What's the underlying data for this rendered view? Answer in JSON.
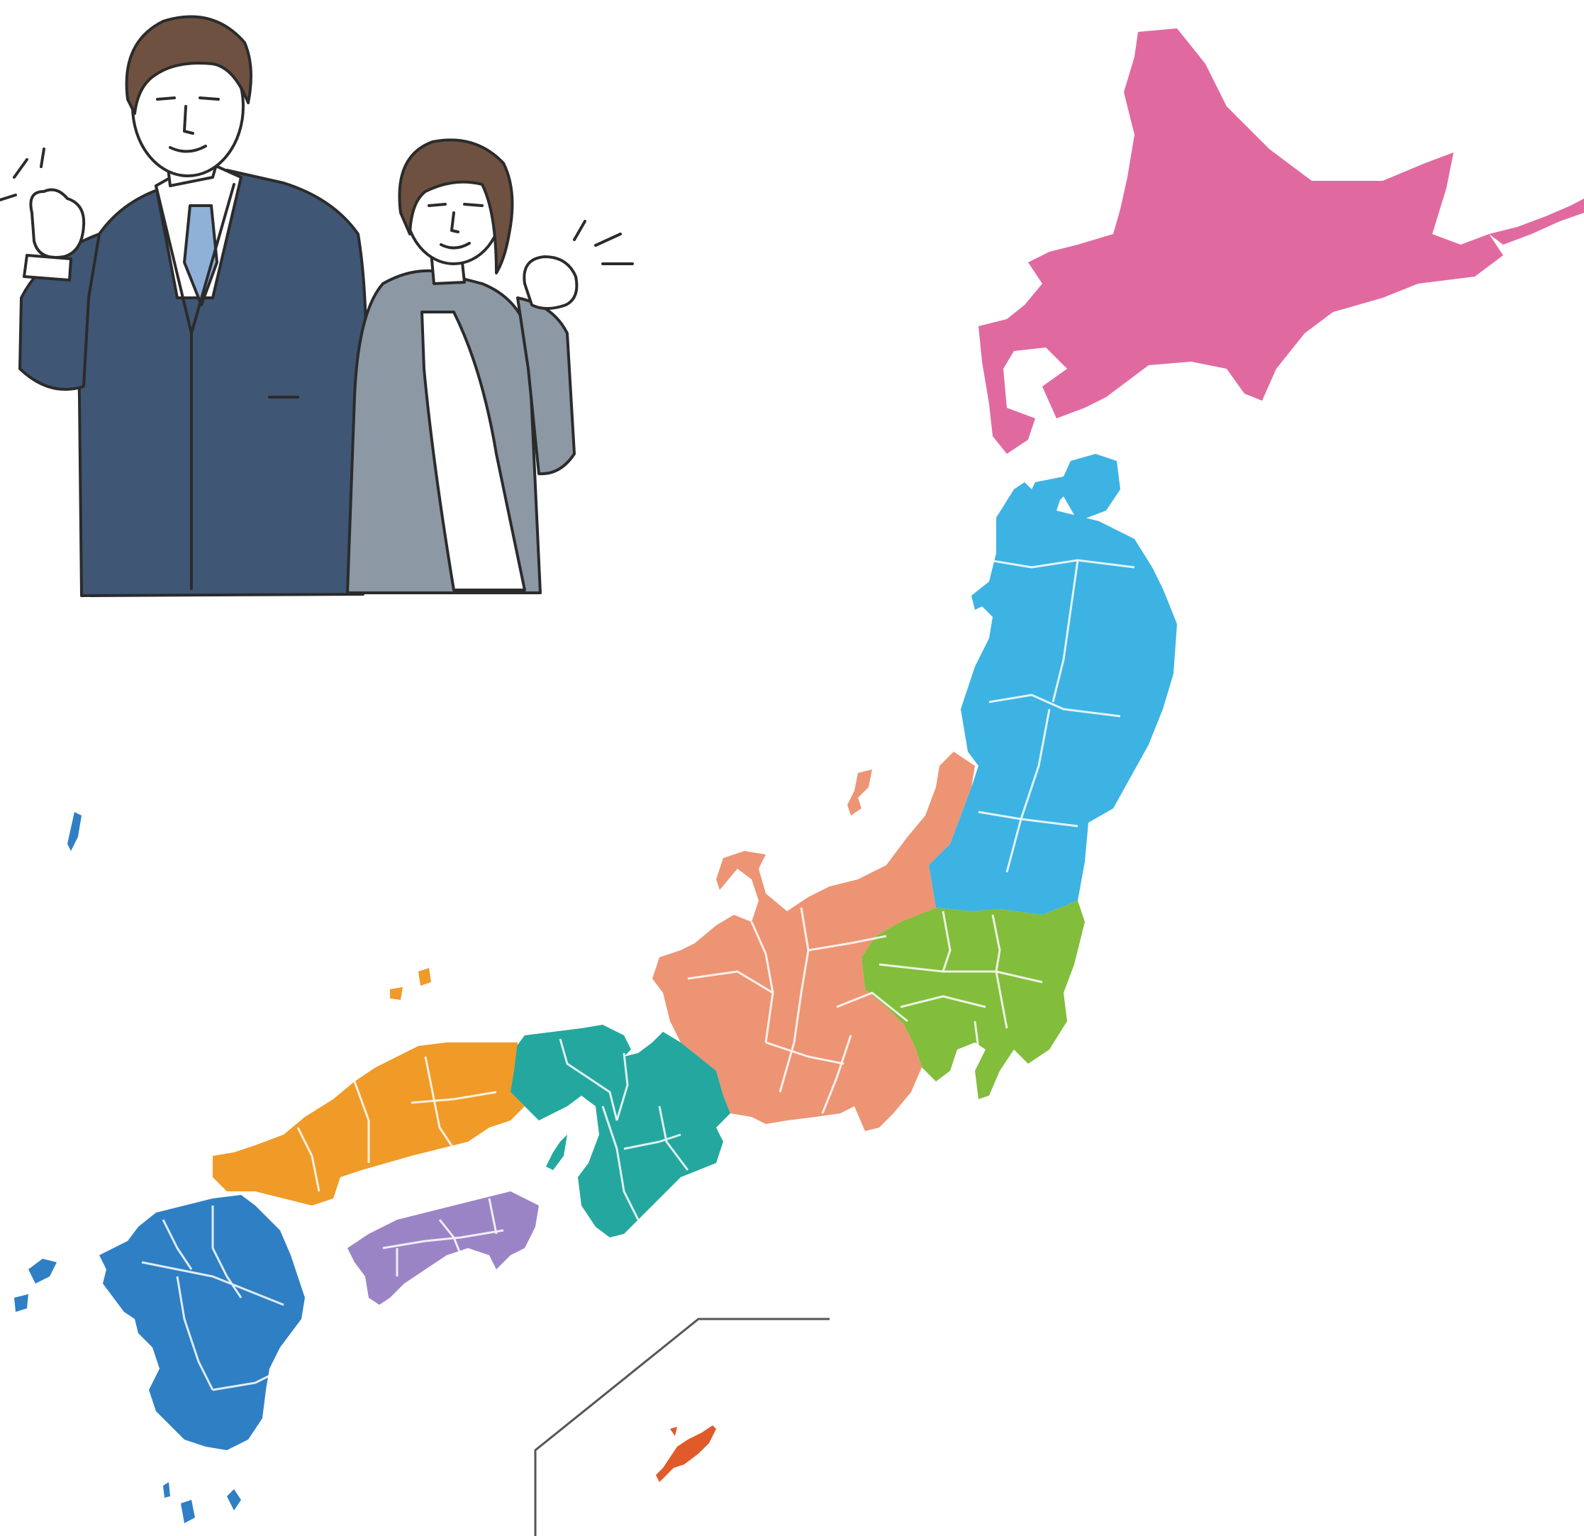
{
  "map": {
    "regions": [
      {
        "id": "hokkaido",
        "color": "#e06aa0"
      },
      {
        "id": "tohoku",
        "color": "#3cb3e3"
      },
      {
        "id": "chubu",
        "color": "#ec9474"
      },
      {
        "id": "kanto",
        "color": "#82bd3c"
      },
      {
        "id": "kinki",
        "color": "#24a79e"
      },
      {
        "id": "chugoku",
        "color": "#f09a28"
      },
      {
        "id": "shikoku",
        "color": "#9b84c6"
      },
      {
        "id": "kyushu",
        "color": "#2f7fc4"
      },
      {
        "id": "okinawa",
        "color": "#e05a2a"
      }
    ],
    "okinawa_inset_line_color": "#555555"
  },
  "illustration": {
    "figures": [
      "businessman-figure",
      "businesswoman-figure"
    ],
    "colors": {
      "man_suit": "#3f5674",
      "man_tie": "#8fb1d8",
      "woman_suit": "#8c98a3",
      "hair": "#6e5140",
      "skin": "#ffffff",
      "outline": "#2b2b2b"
    }
  }
}
